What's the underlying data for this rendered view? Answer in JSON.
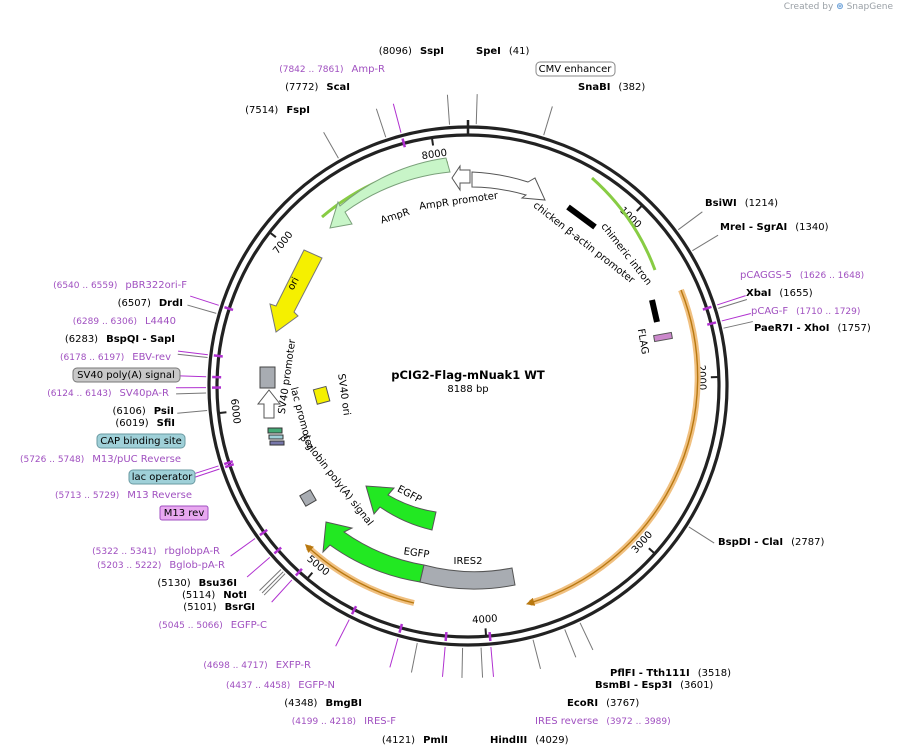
{
  "branding": {
    "created_by": "Created by",
    "product": "SnapGene"
  },
  "plasmid": {
    "name": "pCIG2-Flag-mNuak1 WT",
    "size": "8188 bp",
    "length_bp": 8188
  },
  "colors": {
    "backbone": "#222222",
    "enzyme_label": "#000000",
    "primer_label": "#a050c0",
    "primer_tick": "#b030d0",
    "ampr": "#c8f5c8",
    "ampr_outline": "#7aa07a",
    "egfp": "#22e822",
    "ires": "#a8acb2",
    "ori": "#f5f000",
    "orf_arrow": "#f0b050",
    "green_arc": "#88cc44",
    "flag": "#cc88cc",
    "feature_box_blue": "#9fd0d8",
    "feature_box_gray": "#c8c8c8",
    "feature_box_purple": "#e8a8f0"
  },
  "ruler": [
    {
      "bp": 1000,
      "label": "1000"
    },
    {
      "bp": 2000,
      "label": "2000"
    },
    {
      "bp": 3000,
      "label": "3000"
    },
    {
      "bp": 4000,
      "label": "4000"
    },
    {
      "bp": 5000,
      "label": "5000"
    },
    {
      "bp": 6000,
      "label": "6000"
    },
    {
      "bp": 7000,
      "label": "7000"
    },
    {
      "bp": 8000,
      "label": "8000"
    }
  ],
  "enzymes": [
    {
      "name": "SpeI",
      "pos": "(41)",
      "bp": 41
    },
    {
      "name": "SnaBI",
      "pos": "(382)",
      "bp": 382
    },
    {
      "name": "BsiWI",
      "pos": "(1214)",
      "bp": 1214
    },
    {
      "name": "MreI - SgrAI",
      "pos": "(1340)",
      "bp": 1340
    },
    {
      "name": "XbaI",
      "pos": "(1655)",
      "bp": 1655
    },
    {
      "name": "PaeR7I - XhoI",
      "pos": "(1757)",
      "bp": 1757
    },
    {
      "name": "BspDI - ClaI",
      "pos": "(2787)",
      "bp": 2787
    },
    {
      "name": "PflFI - Tth111I",
      "pos": "(3518)",
      "bp": 3518
    },
    {
      "name": "BsmBI - Esp3I",
      "pos": "(3601)",
      "bp": 3601
    },
    {
      "name": "EcoRI",
      "pos": "(3767)",
      "bp": 3767
    },
    {
      "name": "HindIII",
      "pos": "(4029)",
      "bp": 4029
    },
    {
      "name": "PmlI",
      "pos": "(4121)",
      "bp": 4121
    },
    {
      "name": "BmgBI",
      "pos": "(4348)",
      "bp": 4348
    },
    {
      "name": "BsrGI",
      "pos": "(5101)",
      "bp": 5101
    },
    {
      "name": "NotI",
      "pos": "(5114)",
      "bp": 5114
    },
    {
      "name": "Bsu36I",
      "pos": "(5130)",
      "bp": 5130
    },
    {
      "name": "SfiI",
      "pos": "(6019)",
      "bp": 6019
    },
    {
      "name": "PsiI",
      "pos": "(6106)",
      "bp": 6106
    },
    {
      "name": "BspQI - SapI",
      "pos": "(6283)",
      "bp": 6283
    },
    {
      "name": "DrdI",
      "pos": "(6507)",
      "bp": 6507
    },
    {
      "name": "FspI",
      "pos": "(7514)",
      "bp": 7514
    },
    {
      "name": "ScaI",
      "pos": "(7772)",
      "bp": 7772
    },
    {
      "name": "SspI",
      "pos": "(8096)",
      "bp": 8096
    }
  ],
  "primers": [
    {
      "name": "pCAGGS-5",
      "range": "(1626 .. 1648)",
      "bp": 1637
    },
    {
      "name": "pCAG-F",
      "range": "(1710 .. 1729)",
      "bp": 1720
    },
    {
      "name": "IRES reverse",
      "range": "(3972 .. 3989)",
      "bp": 3980
    },
    {
      "name": "IRES-F",
      "range": "(4199 .. 4218)",
      "bp": 4208
    },
    {
      "name": "EGFP-N",
      "range": "(4437 .. 4458)",
      "bp": 4447
    },
    {
      "name": "EXFP-R",
      "range": "(4698 .. 4717)",
      "bp": 4707
    },
    {
      "name": "EGFP-C",
      "range": "(5045 .. 5066)",
      "bp": 5055
    },
    {
      "name": "Bglob-pA-R",
      "range": "(5203 .. 5222)",
      "bp": 5212
    },
    {
      "name": "rbglobpA-R",
      "range": "(5322 .. 5341)",
      "bp": 5331
    },
    {
      "name": "M13 Reverse",
      "range": "(5713 .. 5729)",
      "bp": 5721
    },
    {
      "name": "M13/pUC Reverse",
      "range": "(5726 .. 5748)",
      "bp": 5737
    },
    {
      "name": "SV40pA-R",
      "range": "(6124 .. 6143)",
      "bp": 6133
    },
    {
      "name": "EBV-rev",
      "range": "(6178 .. 6197)",
      "bp": 6187
    },
    {
      "name": "L4440",
      "range": "(6289 .. 6306)",
      "bp": 6297
    },
    {
      "name": "pBR322ori-F",
      "range": "(6540 .. 6559)",
      "bp": 6549
    },
    {
      "name": "Amp-R",
      "range": "(7842 .. 7861)",
      "bp": 7851
    }
  ],
  "boxed_features": [
    {
      "name": "CMV enhancer",
      "style": "white"
    },
    {
      "name": "SV40 poly(A) signal",
      "style": "gray"
    },
    {
      "name": "CAP binding site",
      "style": "blue"
    },
    {
      "name": "lac operator",
      "style": "blue"
    },
    {
      "name": "M13 rev",
      "style": "purple"
    }
  ],
  "feature_labels": {
    "ampr": "AmpR",
    "ampr_promoter": "AmpR promoter",
    "chicken_promoter": "chicken β-actin promoter",
    "chimeric_intron": "chimeric intron",
    "flag": "FLAG",
    "ori": "ori",
    "sv40_promoter": "SV40 promoter",
    "sv40_ori": "SV40 ori",
    "lac_promoter": "lac promoter",
    "bglobin": "β-globin poly(A) signal",
    "egfp_inner": "EGFP",
    "egfp_outer": "EGFP",
    "ires2": "IRES2"
  }
}
